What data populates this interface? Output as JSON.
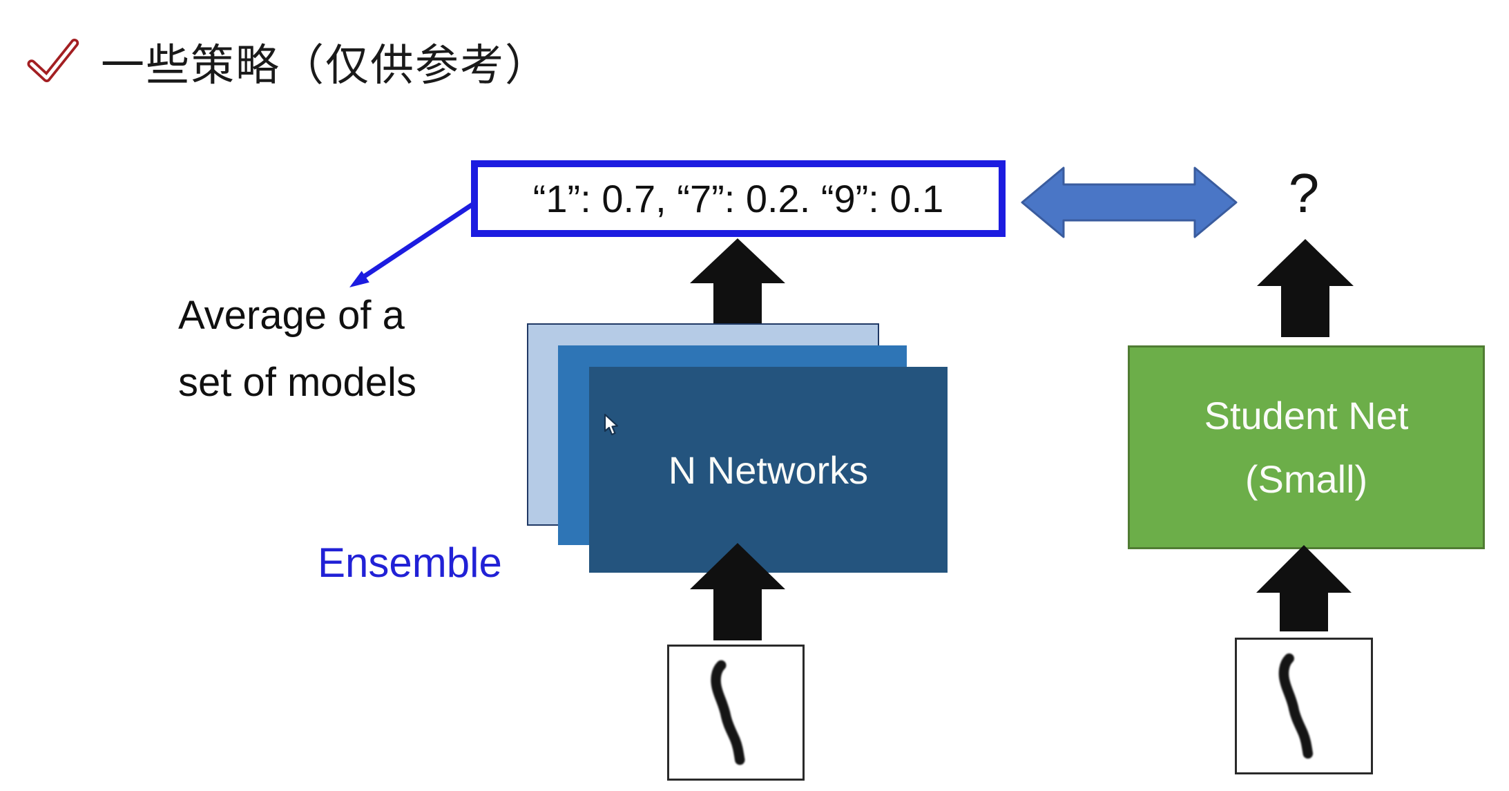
{
  "title": {
    "text": "一些策略（仅供参考）"
  },
  "prediction_box": {
    "text": "“1”: 0.7, “7”: 0.2. “9”: 0.1"
  },
  "callout": {
    "line1": "Average of a",
    "line2": "set of models"
  },
  "ensemble": {
    "label": "Ensemble",
    "box_label": "N Networks"
  },
  "student": {
    "line1": "Student Net",
    "line2": "(Small)"
  },
  "comparison": {
    "question_mark": "?"
  },
  "icons": {
    "checkmark": "double-check-icon",
    "callout_arrow": "diagonal-arrow-icon",
    "up_arrows": "solid-up-arrow-icon",
    "double_arrow": "left-right-arrow-icon",
    "cursor": "mouse-pointer-icon",
    "digit_images": "handwritten-digit-1"
  },
  "colors": {
    "text_black": "#1A1A1A",
    "checkmark_red": "#A31F22",
    "box_blue": "#1C1CE0",
    "ensemble_blue": "#2121D6",
    "stack_light": "#B5CBE6",
    "stack_light_border": "#1F3864",
    "stack_mid": "#2E75B6",
    "stack_front": "#24547E",
    "green_fill": "#6CAE49",
    "green_border": "#507C33",
    "double_arrow_fill": "#4A76C6",
    "double_arrow_border": "#3A5C9E",
    "arrow_black": "#101010",
    "white_text": "#FAFBF8"
  }
}
